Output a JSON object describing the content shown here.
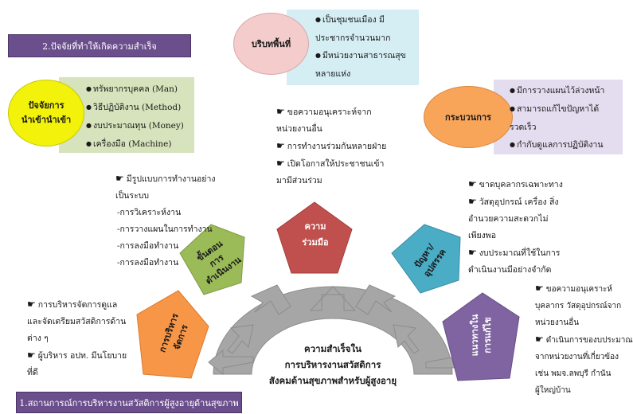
{
  "banner_top": "2.ปัจจัยที่ทำให้เกิดความสำเร็จ",
  "banner_bottom": "1.สถานการณ์การบริหารงานสวัสดิการผู้สูงอายุด้านสุขภาพ",
  "factors": {
    "oval_label": [
      "ปัจจัยการ",
      "นำเข้านำเข้า"
    ],
    "items": [
      "ทรัพยากรบุคคล (Man)",
      "วิธีปฏิบัติงาน (Method)",
      "งบประมาณทุน (Money)",
      "เครื่องมือ (Machine)"
    ]
  },
  "context": {
    "oval_label": "บริบทพื้นที่",
    "lines": [
      "เป็นชุมชนเมือง มี",
      "ประชากรจำนวนมาก",
      "มีหน่วยงานสาธารณสุข",
      "หลายแห่ง"
    ]
  },
  "process": {
    "oval_label": "กระบวนการ",
    "lines": [
      "มีการวางแผนไว้ล่วงหน้า",
      "สามารถแก้ไขปัญหาได้",
      "รวดเร็ว",
      "กำกับดูแลการปฏิบัติงาน"
    ]
  },
  "cooperation_notes": [
    "ขอความอนุเคราะห์จาก",
    "หน่วยงานอื่น",
    "การทำงานร่วมกันหลายฝ่าย",
    "เปิดโอกาสให้ประชาชนเข้า",
    "มามีส่วนร่วม"
  ],
  "steps_notes": [
    "มีรูปแบบการทำงานอย่าง",
    "เป็นระบบ",
    "-การวิเคราะห์งาน",
    "-การวางแผนในการทำงาน",
    "-การลงมือทำงาน",
    "-การลงมือทำงาน"
  ],
  "problems_notes": [
    "ขาดบุคลากรเฉพาะทาง",
    "วัสดุอุปกรณ์ เครื่อง สิ่ง",
    "อำนวยความสะดวกไม่",
    "เพียงพอ",
    "งบประมาณที่ใช้ในการ",
    "ดำเนินงานมีอย่างจำกัด"
  ],
  "management_notes": [
    "การบริหารจัดการดูแล",
    "และจัดเตรียมสวัสดิการด้าน",
    "ต่าง ๆ",
    "ผู้บริหาร อปท. มีนโยบาย",
    "ที่ดี"
  ],
  "guidelines_notes": [
    "ขอความอนุเคราะห์",
    "บุคลากร วัสดุอุปกรณ์จาก",
    "หน่วยงานอื่น",
    "ดำเนินการของบประมาณ",
    "จากหน่วยงานที่เกี่ยวข้อง",
    "เช่น พมจ.ลพบุรี กำนัน",
    "ผู้ใหญ่บ้าน"
  ],
  "pentagons": {
    "cooperation": [
      "ความ",
      "ร่วมมือ"
    ],
    "steps": [
      "ขั้นตอน",
      "การ",
      "ดำเนินงาน"
    ],
    "problems": [
      "ปัญหา/",
      "อุปสรรค"
    ],
    "management": [
      "การบริหาร",
      "จัดการ"
    ],
    "guidelines": [
      "แนวทางใน",
      "การแก้ไข"
    ]
  },
  "center": [
    "ความสำเร็จใน",
    "การบริหารงานสวัสดิการ",
    "สังคมด้านสุขภาพสำหรับผู้สูงอายุ"
  ],
  "colors": {
    "banner": "#6b4e8c",
    "yellow": "#f2f20a",
    "green_box": "#d6e3bc",
    "pink": "#f4cccc",
    "blue_box": "#d4eef4",
    "orange": "#f8a55a",
    "lavender_box": "#e4dcef",
    "red_pent": "#c0504d",
    "green_pent": "#9bbb59",
    "teal_pent": "#4bacc6",
    "orange_pent": "#f79646",
    "purple_pent": "#8064a2",
    "gray": "#a6a6a6"
  }
}
